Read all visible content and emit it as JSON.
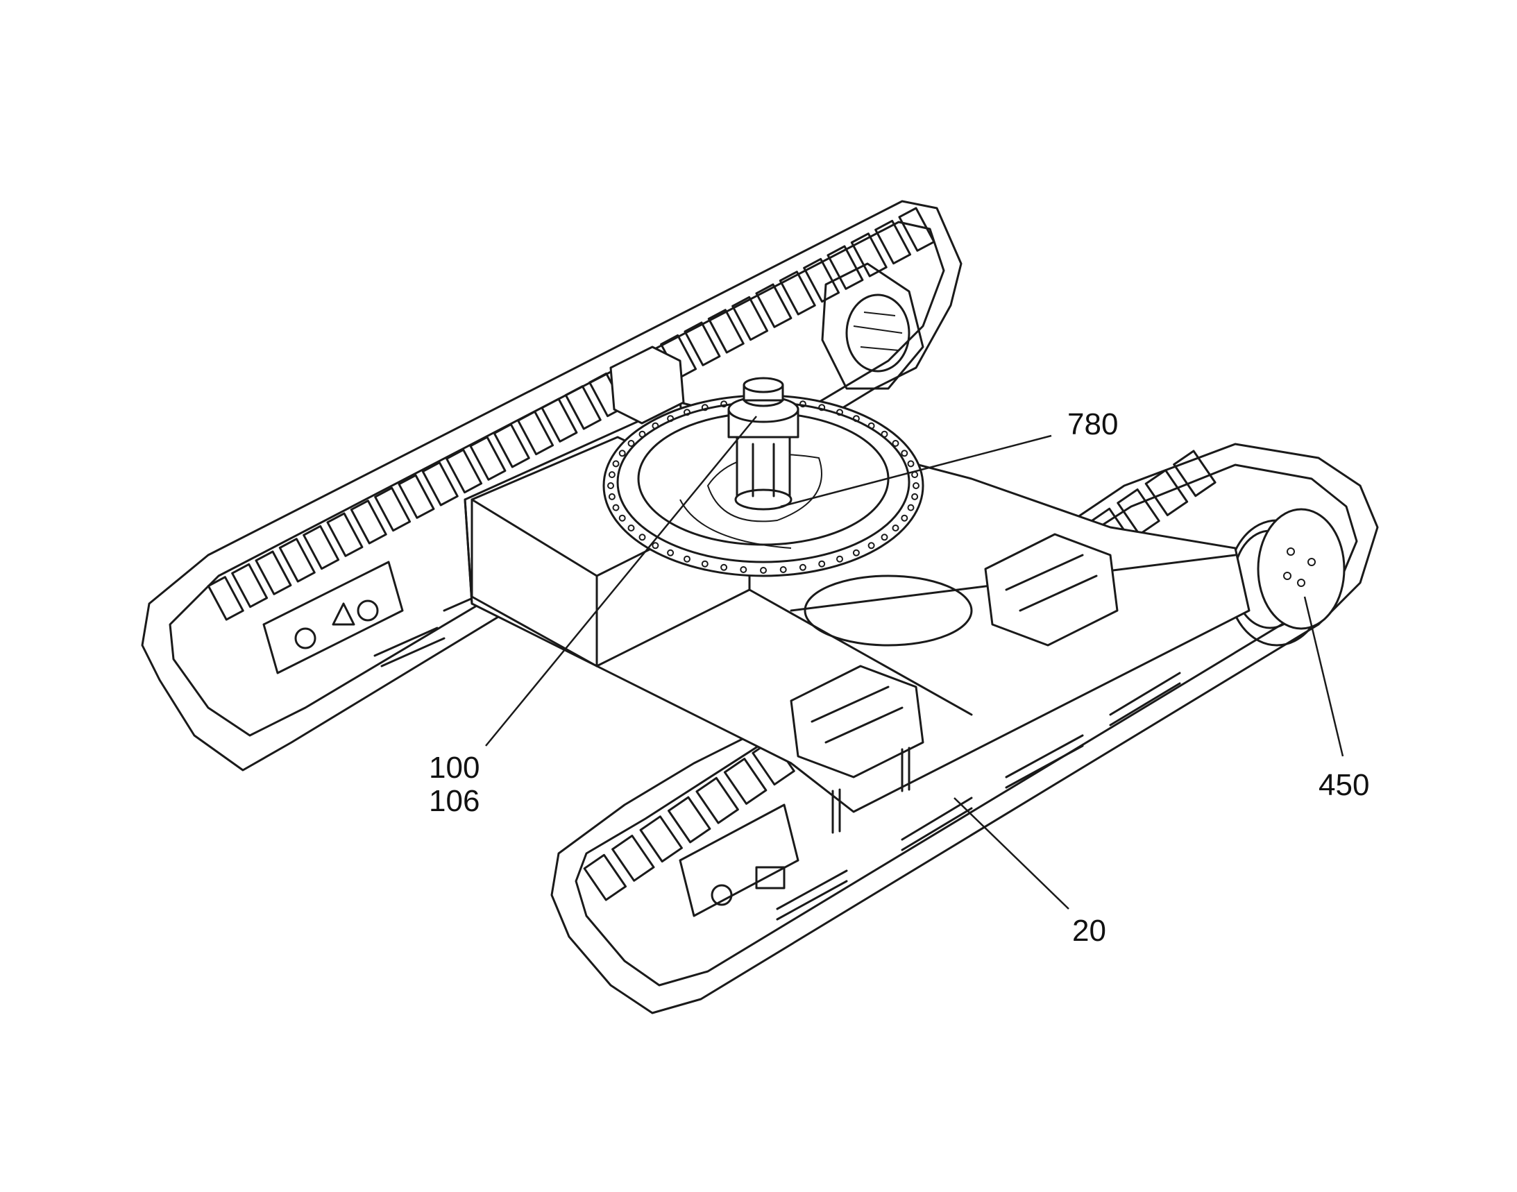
{
  "figure": {
    "ink_color": "#1a1a1a",
    "background": "#ffffff",
    "labels": {
      "slewing_ring": "780",
      "center_joint_a": "100",
      "center_joint_b": "106",
      "carbody": "20",
      "drive_motor": "450"
    }
  }
}
